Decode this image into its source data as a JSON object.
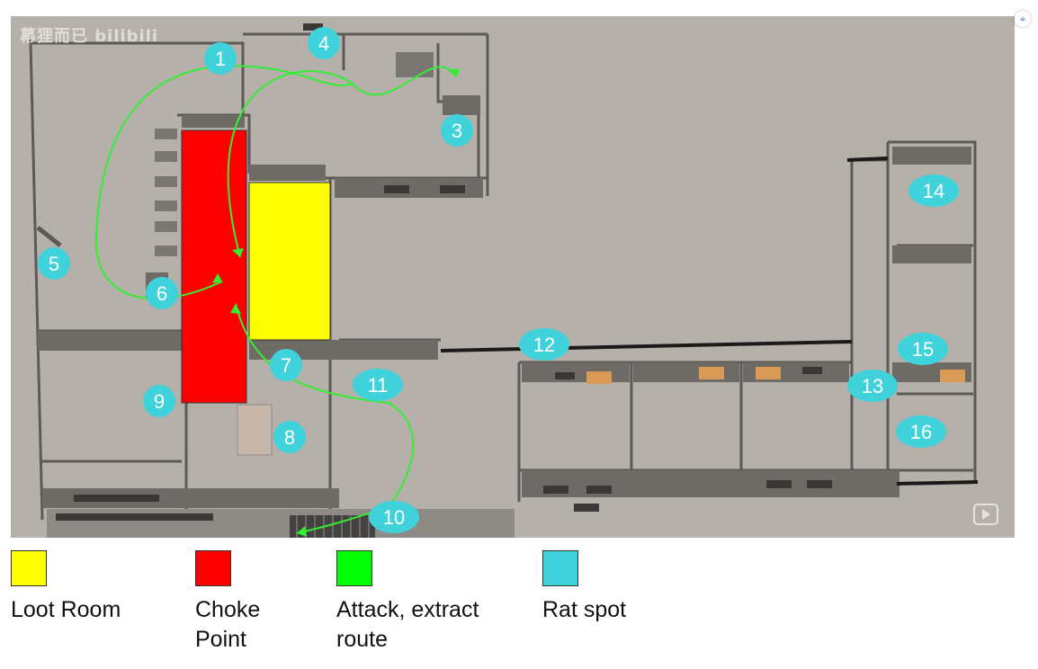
{
  "watermark": "幕狸而已 bilibili",
  "spots": [
    {
      "label": "1"
    },
    {
      "label": "3"
    },
    {
      "label": "4"
    },
    {
      "label": "5"
    },
    {
      "label": "6"
    },
    {
      "label": "7"
    },
    {
      "label": "8"
    },
    {
      "label": "9"
    },
    {
      "label": "10"
    },
    {
      "label": "11"
    },
    {
      "label": "12"
    },
    {
      "label": "13"
    },
    {
      "label": "14"
    },
    {
      "label": "15"
    },
    {
      "label": "16"
    }
  ],
  "legend": [
    {
      "label": "Loot Room",
      "color": "#ffff00"
    },
    {
      "label": "Choke\nPoint",
      "color": "#ff0000"
    },
    {
      "label": "Attack, extract\nroute",
      "color": "#00ff00"
    },
    {
      "label": "Rat spot",
      "color": "#3fd2db"
    }
  ],
  "colors": {
    "map_background": "#b6b0ab",
    "walls": "#5c5956",
    "rat_spot": "#3fd2db",
    "route": "#33ee33"
  },
  "icons": [
    "play-icon",
    "screenshot-icon"
  ]
}
